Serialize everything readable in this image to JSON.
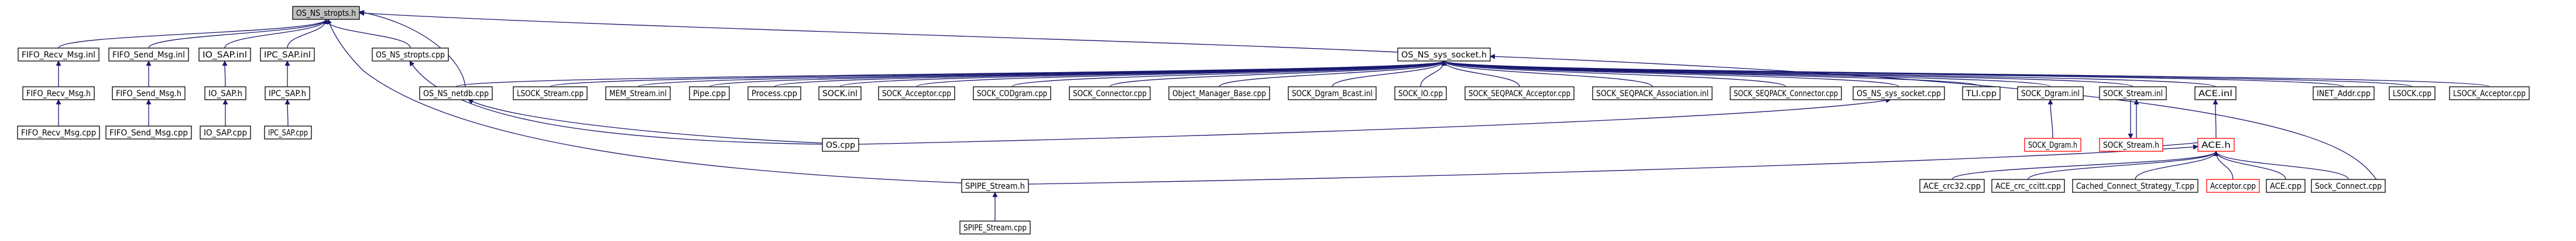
{
  "colors": {
    "edge": "#191970",
    "node_border": "#000000",
    "node_fill": "#ffffff",
    "root_fill": "#bfbfbf",
    "missing_border": "#ff0000"
  },
  "nodes": [
    {
      "id": "root",
      "label": "OS_NS_stropts.h",
      "style": "root"
    },
    {
      "id": "fifo_recv_inl",
      "label": "FIFO_Recv_Msg.inl",
      "style": "normal"
    },
    {
      "id": "fifo_send_inl",
      "label": "FIFO_Send_Msg.inl",
      "style": "normal"
    },
    {
      "id": "io_sap_inl",
      "label": "IO_SAP.inl",
      "style": "normal"
    },
    {
      "id": "ipc_sap_inl",
      "label": "IPC_SAP.inl",
      "style": "normal"
    },
    {
      "id": "os_stropts_cpp",
      "label": "OS_NS_stropts.cpp",
      "style": "normal"
    },
    {
      "id": "os_sys_socket_h",
      "label": "OS_NS_sys_socket.h",
      "style": "normal"
    },
    {
      "id": "fifo_recv_h",
      "label": "FIFO_Recv_Msg.h",
      "style": "normal"
    },
    {
      "id": "fifo_send_h",
      "label": "FIFO_Send_Msg.h",
      "style": "normal"
    },
    {
      "id": "io_sap_h",
      "label": "IO_SAP.h",
      "style": "normal"
    },
    {
      "id": "ipc_sap_h",
      "label": "IPC_SAP.h",
      "style": "normal"
    },
    {
      "id": "fifo_recv_cpp",
      "label": "FIFO_Recv_Msg.cpp",
      "style": "normal"
    },
    {
      "id": "fifo_send_cpp",
      "label": "FIFO_Send_Msg.cpp",
      "style": "normal"
    },
    {
      "id": "io_sap_cpp",
      "label": "IO_SAP.cpp",
      "style": "normal"
    },
    {
      "id": "ipc_sap_cpp",
      "label": "IPC_SAP.cpp",
      "style": "normal"
    },
    {
      "id": "os_netdb_cpp",
      "label": "OS_NS_netdb.cpp",
      "style": "normal"
    },
    {
      "id": "lsock_stream_cpp",
      "label": "LSOCK_Stream.cpp",
      "style": "normal"
    },
    {
      "id": "mem_stream_inl",
      "label": "MEM_Stream.inl",
      "style": "normal"
    },
    {
      "id": "pipe_cpp",
      "label": "Pipe.cpp",
      "style": "normal"
    },
    {
      "id": "process_cpp",
      "label": "Process.cpp",
      "style": "normal"
    },
    {
      "id": "sock_inl",
      "label": "SOCK.inl",
      "style": "normal"
    },
    {
      "id": "sock_acceptor_cpp",
      "label": "SOCK_Acceptor.cpp",
      "style": "normal"
    },
    {
      "id": "sock_codgram_cpp",
      "label": "SOCK_CODgram.cpp",
      "style": "normal"
    },
    {
      "id": "sock_connector_cpp",
      "label": "SOCK_Connector.cpp",
      "style": "normal"
    },
    {
      "id": "object_manager_cpp",
      "label": "Object_Manager_Base.cpp",
      "style": "normal"
    },
    {
      "id": "sock_dgram_bcast_inl",
      "label": "SOCK_Dgram_Bcast.inl",
      "style": "normal"
    },
    {
      "id": "sock_io_cpp",
      "label": "SOCK_IO.cpp",
      "style": "normal"
    },
    {
      "id": "seqpack_acceptor_cpp",
      "label": "SOCK_SEQPACK_Acceptor.cpp",
      "style": "normal"
    },
    {
      "id": "seqpack_association_inl",
      "label": "SOCK_SEQPACK_Association.inl",
      "style": "normal"
    },
    {
      "id": "seqpack_connector_cpp",
      "label": "SOCK_SEQPACK_Connector.cpp",
      "style": "normal"
    },
    {
      "id": "os_sys_socket_cpp",
      "label": "OS_NS_sys_socket.cpp",
      "style": "normal"
    },
    {
      "id": "tli_cpp",
      "label": "TLI.cpp",
      "style": "normal"
    },
    {
      "id": "sock_dgram_inl",
      "label": "SOCK_Dgram.inl",
      "style": "normal"
    },
    {
      "id": "sock_stream_inl",
      "label": "SOCK_Stream.inl",
      "style": "normal"
    },
    {
      "id": "ace_inl",
      "label": "ACE.inl",
      "style": "normal"
    },
    {
      "id": "inet_addr_cpp",
      "label": "INET_Addr.cpp",
      "style": "normal"
    },
    {
      "id": "lsock_cpp",
      "label": "LSOCK.cpp",
      "style": "normal"
    },
    {
      "id": "lsock_acceptor_cpp",
      "label": "LSOCK_Acceptor.cpp",
      "style": "normal"
    },
    {
      "id": "os_cpp",
      "label": "OS.cpp",
      "style": "normal"
    },
    {
      "id": "sock_dgram_h",
      "label": "SOCK_Dgram.h",
      "style": "missing"
    },
    {
      "id": "sock_stream_h",
      "label": "SOCK_Stream.h",
      "style": "missing"
    },
    {
      "id": "ace_h",
      "label": "ACE.h",
      "style": "missing"
    },
    {
      "id": "spipe_stream_h",
      "label": "SPIPE_Stream.h",
      "style": "normal"
    },
    {
      "id": "ace_crc32_cpp",
      "label": "ACE_crc32.cpp",
      "style": "normal"
    },
    {
      "id": "ace_crc_ccitt_cpp",
      "label": "ACE_crc_ccitt.cpp",
      "style": "normal"
    },
    {
      "id": "cached_connect_cpp",
      "label": "Cached_Connect_Strategy_T.cpp",
      "style": "normal"
    },
    {
      "id": "acceptor_cpp",
      "label": "Acceptor.cpp",
      "style": "missing"
    },
    {
      "id": "ace_cpp",
      "label": "ACE.cpp",
      "style": "normal"
    },
    {
      "id": "sock_connect_cpp",
      "label": "Sock_Connect.cpp",
      "style": "normal"
    },
    {
      "id": "spipe_stream_cpp",
      "label": "SPIPE_Stream.cpp",
      "style": "normal"
    }
  ],
  "edges": [
    [
      "fifo_recv_inl",
      "root"
    ],
    [
      "fifo_send_inl",
      "root"
    ],
    [
      "io_sap_inl",
      "root"
    ],
    [
      "ipc_sap_inl",
      "root"
    ],
    [
      "os_stropts_cpp",
      "root"
    ],
    [
      "os_sys_socket_h",
      "root"
    ],
    [
      "os_netdb_cpp",
      "root"
    ],
    [
      "spipe_stream_h",
      "root"
    ],
    [
      "fifo_recv_h",
      "fifo_recv_inl"
    ],
    [
      "fifo_send_h",
      "fifo_send_inl"
    ],
    [
      "io_sap_h",
      "io_sap_inl"
    ],
    [
      "ipc_sap_h",
      "ipc_sap_inl"
    ],
    [
      "fifo_recv_cpp",
      "fifo_recv_h"
    ],
    [
      "fifo_send_cpp",
      "fifo_send_h"
    ],
    [
      "io_sap_cpp",
      "io_sap_h"
    ],
    [
      "ipc_sap_cpp",
      "ipc_sap_h"
    ],
    [
      "os_cpp",
      "os_stropts_cpp"
    ],
    [
      "os_cpp",
      "os_netdb_cpp"
    ],
    [
      "os_cpp",
      "os_sys_socket_cpp"
    ],
    [
      "os_netdb_cpp",
      "os_sys_socket_h"
    ],
    [
      "lsock_stream_cpp",
      "os_sys_socket_h"
    ],
    [
      "mem_stream_inl",
      "os_sys_socket_h"
    ],
    [
      "pipe_cpp",
      "os_sys_socket_h"
    ],
    [
      "process_cpp",
      "os_sys_socket_h"
    ],
    [
      "sock_inl",
      "os_sys_socket_h"
    ],
    [
      "sock_acceptor_cpp",
      "os_sys_socket_h"
    ],
    [
      "sock_codgram_cpp",
      "os_sys_socket_h"
    ],
    [
      "sock_connector_cpp",
      "os_sys_socket_h"
    ],
    [
      "object_manager_cpp",
      "os_sys_socket_h"
    ],
    [
      "sock_dgram_bcast_inl",
      "os_sys_socket_h"
    ],
    [
      "sock_io_cpp",
      "os_sys_socket_h"
    ],
    [
      "seqpack_acceptor_cpp",
      "os_sys_socket_h"
    ],
    [
      "seqpack_association_inl",
      "os_sys_socket_h"
    ],
    [
      "seqpack_connector_cpp",
      "os_sys_socket_h"
    ],
    [
      "os_sys_socket_cpp",
      "os_sys_socket_h"
    ],
    [
      "tli_cpp",
      "os_sys_socket_h"
    ],
    [
      "sock_dgram_inl",
      "os_sys_socket_h"
    ],
    [
      "sock_stream_inl",
      "os_sys_socket_h"
    ],
    [
      "ace_inl",
      "os_sys_socket_h"
    ],
    [
      "inet_addr_cpp",
      "os_sys_socket_h"
    ],
    [
      "lsock_cpp",
      "os_sys_socket_h"
    ],
    [
      "lsock_acceptor_cpp",
      "os_sys_socket_h"
    ],
    [
      "sock_connect_cpp",
      "os_sys_socket_h"
    ],
    [
      "sock_dgram_h",
      "sock_dgram_inl"
    ],
    [
      "sock_stream_h",
      "sock_stream_inl"
    ],
    [
      "sock_stream_inl",
      "sock_stream_h"
    ],
    [
      "ace_h",
      "ace_inl"
    ],
    [
      "sock_stream_h",
      "ace_h"
    ],
    [
      "spipe_stream_h",
      "ace_h"
    ],
    [
      "ace_crc32_cpp",
      "ace_h"
    ],
    [
      "ace_crc_ccitt_cpp",
      "ace_h"
    ],
    [
      "cached_connect_cpp",
      "ace_h"
    ],
    [
      "acceptor_cpp",
      "ace_h"
    ],
    [
      "ace_cpp",
      "ace_h"
    ],
    [
      "sock_connect_cpp",
      "ace_h"
    ],
    [
      "spipe_stream_cpp",
      "spipe_stream_h"
    ]
  ]
}
